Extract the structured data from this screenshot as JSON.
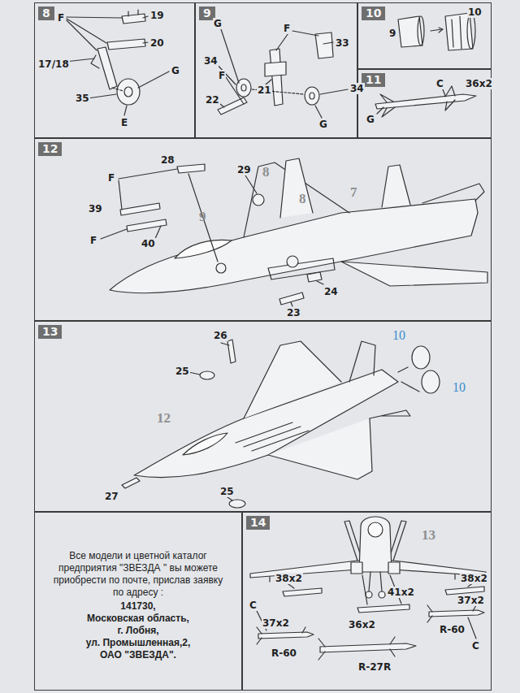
{
  "diagram": {
    "nodes": [
      {
        "text": [
          "8"
        ]
      },
      {
        "text": [
          "9"
        ]
      },
      {
        "text": [
          "10"
        ]
      },
      {
        "text": [
          "11"
        ]
      },
      {
        "text": [
          "12"
        ]
      },
      {
        "text": [
          "13"
        ]
      },
      {
        "text": [
          "Все модели и цветной каталог предприятия \"ЗВЕЗДА \" вы можете приобрести по почте, прислав заявку по адресу :",
          "141730,",
          "Московская область,",
          "г. Лобня,",
          "ул. Промышленная,2,",
          "ОАО \"ЗВЕЗДА\"."
        ]
      },
      {
        "text": [
          "14"
        ]
      }
    ],
    "labels": [
      "F",
      "19",
      "20",
      "17/18",
      "G",
      "35",
      "E",
      "G",
      "F",
      "33",
      "34",
      "F",
      "21",
      "34",
      "22",
      "G",
      "10",
      "9",
      "C",
      "36x2",
      "G",
      "28",
      "F",
      "29",
      "8",
      "7",
      "39",
      "9",
      "8",
      "F",
      "40",
      "24",
      "23",
      "26",
      "10",
      "25",
      "10",
      "12",
      "27",
      "25",
      "13",
      "38x2",
      "38x2",
      "41x2",
      "37x2",
      "C",
      "37x2",
      "36x2",
      "R-60",
      "C",
      "R-60",
      "R-27R"
    ]
  }
}
